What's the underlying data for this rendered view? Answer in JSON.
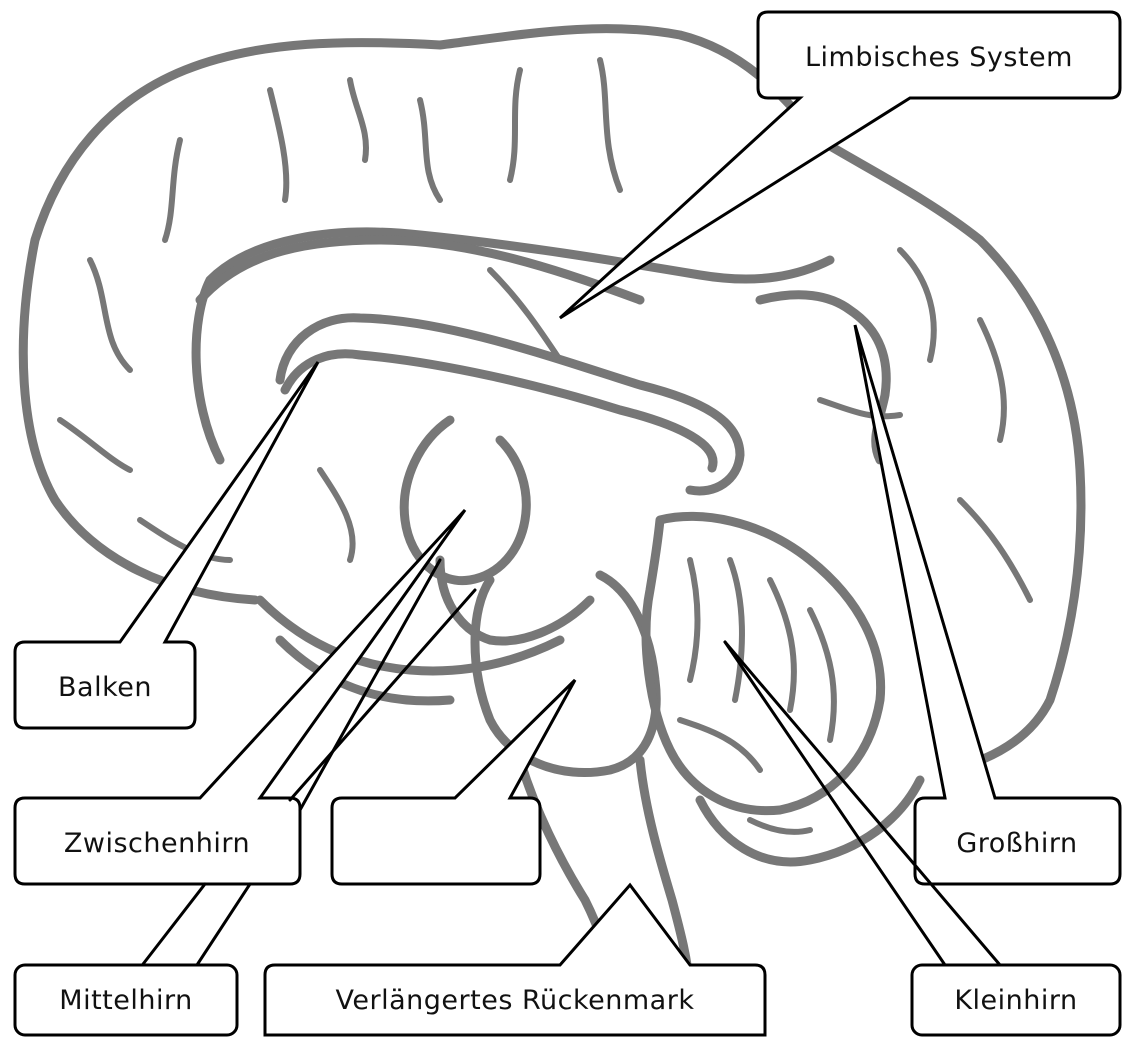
{
  "labels": {
    "limbisches_system": "Limbisches System",
    "balken": "Balken",
    "zwischenhirn": "Zwischenhirn",
    "blank": "",
    "grosshirn": "Großhirn",
    "mittelhirn": "Mittelhirn",
    "verlaengertes_rueckenmark": "Verlängertes Rückenmark",
    "kleinhirn": "Kleinhirn"
  },
  "colors": {
    "brain_outline": "#777777",
    "callout_border": "#000000",
    "background": "#ffffff"
  }
}
